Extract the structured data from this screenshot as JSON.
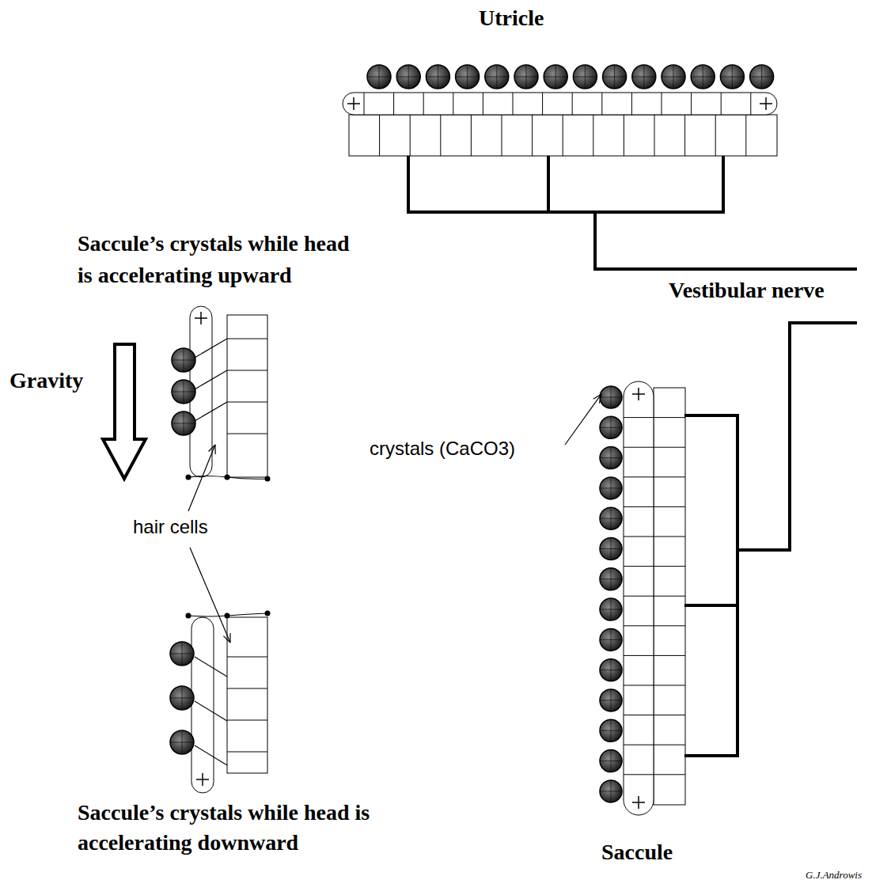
{
  "diagram": {
    "labels": [
      "Utricle",
      "Saccule’s crystals while head is accelerating upward",
      "Gravity",
      "hair cells",
      "crystals (CaCO3)",
      "Vestibular nerve",
      "Saccule’s crystals while head is accelerating downward",
      "Saccule",
      "G.J.Androwis"
    ]
  }
}
